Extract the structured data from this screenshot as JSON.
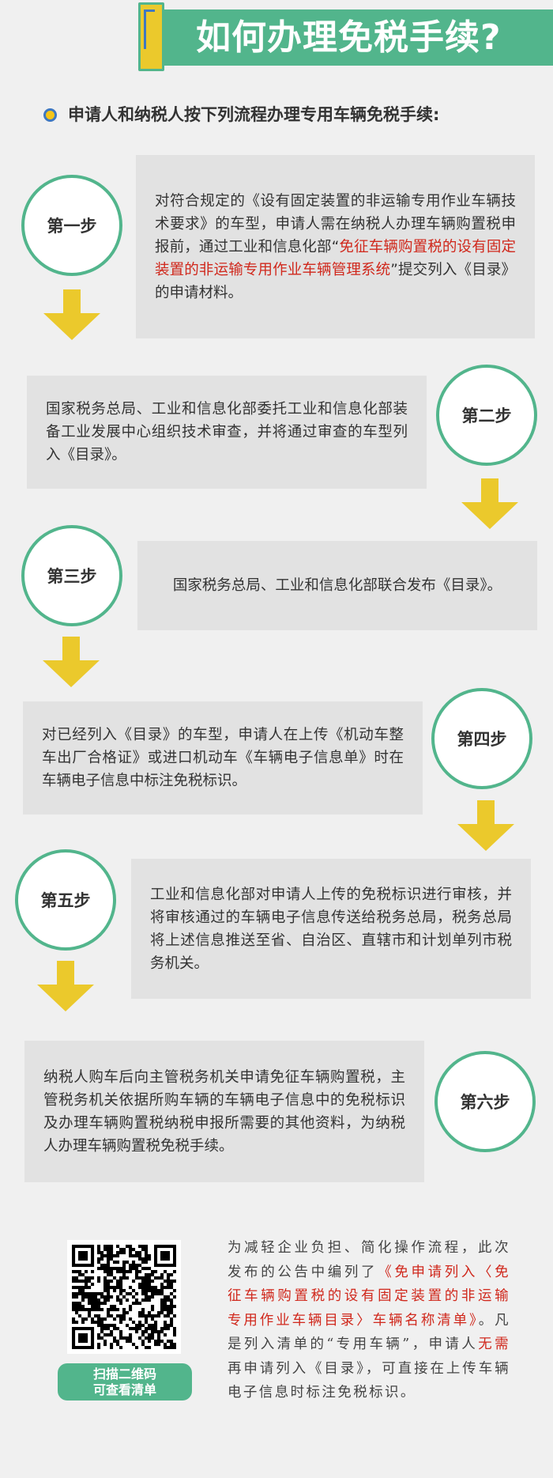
{
  "header": {
    "title": "如何办理免税手续?"
  },
  "intro": "申请人和纳税人按下列流程办理专用车辆免税手续:",
  "steps": [
    {
      "label": "第一步",
      "parts": [
        {
          "text": "对符合规定的《设有固定装置的非运输专用作业车辆技术要求》的车型，申请人需在纳税人办理车辆购置税申报前，通过工业和信息化部“",
          "red": false
        },
        {
          "text": "免征车辆购置税的设有固定装置的非运输专用作业车辆管理系统",
          "red": true
        },
        {
          "text": "”提交列入《目录》的申请材料。",
          "red": false
        }
      ]
    },
    {
      "label": "第二步",
      "parts": [
        {
          "text": "国家税务总局、工业和信息化部委托工业和信息化部装备工业发展中心组织技术审查，并将通过审查的车型列入《目录》。",
          "red": false
        }
      ]
    },
    {
      "label": "第三步",
      "parts": [
        {
          "text": "国家税务总局、工业和信息化部联合发布《目录》。",
          "red": false
        }
      ]
    },
    {
      "label": "第四步",
      "parts": [
        {
          "text": "对已经列入《目录》的车型，申请人在上传《机动车整车出厂合格证》或进口机动车《车辆电子信息单》时在车辆电子信息中标注免税标识。",
          "red": false
        }
      ]
    },
    {
      "label": "第五步",
      "parts": [
        {
          "text": "工业和信息化部对申请人上传的免税标识进行审核，并将审核通过的车辆电子信息传送给税务总局，税务总局将上述信息推送至省、自治区、直辖市和计划单列市税务机关。",
          "red": false
        }
      ]
    },
    {
      "label": "第六步",
      "parts": [
        {
          "text": "纳税人购车后向主管税务机关申请免征车辆购置税，主管税务机关依据所购车辆的车辆电子信息中的免税标识及办理车辆购置税纳税申报所需要的其他资料，为纳税人办理车辆购置税免税手续。",
          "red": false
        }
      ]
    }
  ],
  "qr": {
    "button_line1": "扫描二维码",
    "button_line2": "可查看清单"
  },
  "note": [
    {
      "text": "为减轻企业负担、简化操作流程，此次发布的公告中编列了",
      "red": false
    },
    {
      "text": "《免申请列入〈免征车辆购置税的设有固定装置的非运输专用作业车辆目录〉车辆名称清单》",
      "red": true
    },
    {
      "text": "。凡是列入清单的“专用车辆”，申请人",
      "red": false
    },
    {
      "text": "无需",
      "red": true
    },
    {
      "text": "再申请列入《目录》，可直接在上传车辆电子信息时标注免税标识。",
      "red": false
    }
  ],
  "colors": {
    "green": "#52b58c",
    "yellow": "#ebc92c",
    "red": "#d0281c",
    "box": "#e2e2e2"
  }
}
